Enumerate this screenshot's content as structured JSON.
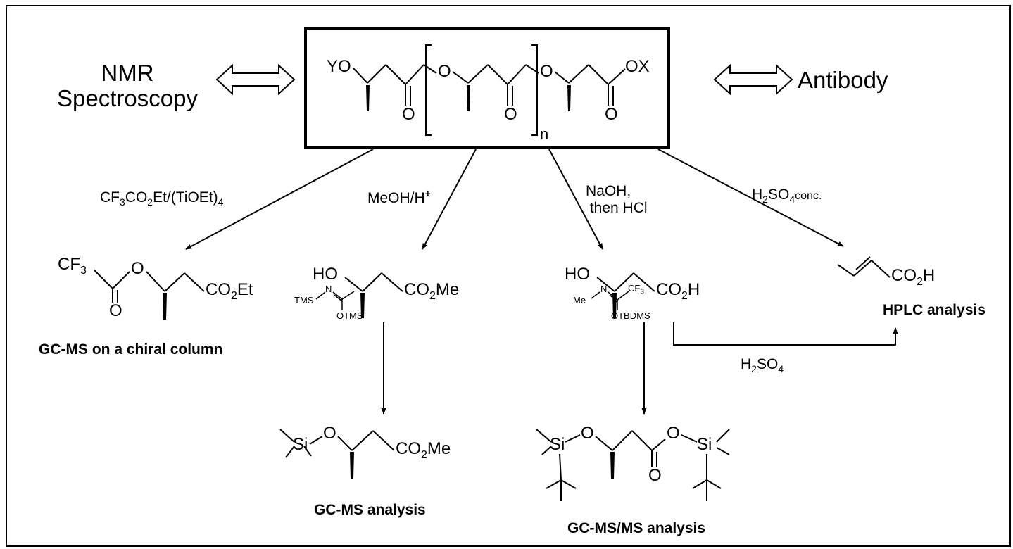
{
  "methods": {
    "nmr": "NMR\nSpectroscopy",
    "antibody": "Antibody"
  },
  "polymer": {
    "end_left": "YO",
    "link_o_1": "O",
    "link_o_2": "O",
    "end_right": "OX",
    "carbonyl_o": "O",
    "repeat": "n"
  },
  "reagents": {
    "r1": {
      "base": "CF",
      "sub1": "3",
      "mid": "CO",
      "sub2": "2",
      "tail": "Et/(TiOEt)",
      "sub3": "4"
    },
    "r2": {
      "base": "MeOH/H",
      "sup": "+"
    },
    "r3": "NaOH,\n then HCl",
    "r4": {
      "base": "H",
      "sub1": "2",
      "mid": "SO",
      "sub2": "4",
      "tail": "conc."
    },
    "r5": {
      "base": "H",
      "sub1": "2",
      "mid": "SO",
      "sub2": "4"
    },
    "tms_reagent": {
      "tms": "TMS",
      "n": "N",
      "otms": "OTMS"
    },
    "tbdms_reagent": {
      "me": "Me",
      "n": "N",
      "cf3": "CF",
      "cf3_sub": "3",
      "otbdms": "OTBDMS"
    }
  },
  "products": {
    "p1": {
      "cf3": "CF",
      "cf3_sub": "3",
      "o_ether": "O",
      "o_carbonyl": "O",
      "ester": "CO",
      "ester_sub": "2",
      "ester_tail": "Et"
    },
    "p2": {
      "ho": "HO",
      "ester": "CO",
      "ester_sub": "2",
      "ester_tail": "Me"
    },
    "p3": {
      "ho": "HO",
      "acid": "CO",
      "acid_sub": "2",
      "acid_tail": "H"
    },
    "p4": {
      "acid": "CO",
      "acid_sub": "2",
      "acid_tail": "H"
    },
    "p5": {
      "si": "Si",
      "o": "O",
      "ester": "CO",
      "ester_sub": "2",
      "ester_tail": "Me"
    },
    "p6": {
      "si1": "Si",
      "o1": "O",
      "o_carbonyl": "O",
      "o2": "O",
      "si2": "Si"
    }
  },
  "analyses": {
    "a1": "GC-MS on a chiral column",
    "a2": "GC-MS analysis",
    "a3": "GC-MS/MS analysis",
    "a4": "HPLC analysis"
  }
}
